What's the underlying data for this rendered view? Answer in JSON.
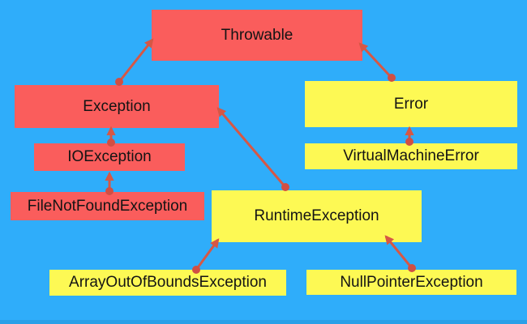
{
  "diagram": {
    "nodes": {
      "throwable": {
        "label": "Throwable",
        "fill": "#FA5D5C"
      },
      "exception": {
        "label": "Exception",
        "fill": "#FA5D5C"
      },
      "ioexception": {
        "label": "IOException",
        "fill": "#FA5D5C"
      },
      "filenotfound": {
        "label": "FileNotFoundException",
        "fill": "#FA5D5C"
      },
      "error": {
        "label": "Error",
        "fill": "#FDF954"
      },
      "vmerror": {
        "label": "VirtualMachineError",
        "fill": "#FDF954"
      },
      "runtime": {
        "label": "RuntimeException",
        "fill": "#FDF954"
      },
      "arrayoob": {
        "label": "ArrayOutOfBoundsException",
        "fill": "#FDF954"
      },
      "nullpointer": {
        "label": "NullPointerException",
        "fill": "#FDF954"
      }
    },
    "edges": [
      {
        "from": "Exception",
        "to": "Throwable"
      },
      {
        "from": "Error",
        "to": "Throwable"
      },
      {
        "from": "IOException",
        "to": "Exception"
      },
      {
        "from": "FileNotFoundException",
        "to": "IOException"
      },
      {
        "from": "RuntimeException",
        "to": "Exception"
      },
      {
        "from": "VirtualMachineError",
        "to": "Error"
      },
      {
        "from": "ArrayOutOfBoundsException",
        "to": "RuntimeException"
      },
      {
        "from": "NullPointerException",
        "to": "RuntimeException"
      }
    ],
    "colors": {
      "background": "#2FADFA",
      "bottom_strip": "#2AA0E8",
      "red_node": "#FA5D5C",
      "yellow_node": "#FDF954",
      "arrow": "#D65745",
      "text": "#141414"
    }
  }
}
